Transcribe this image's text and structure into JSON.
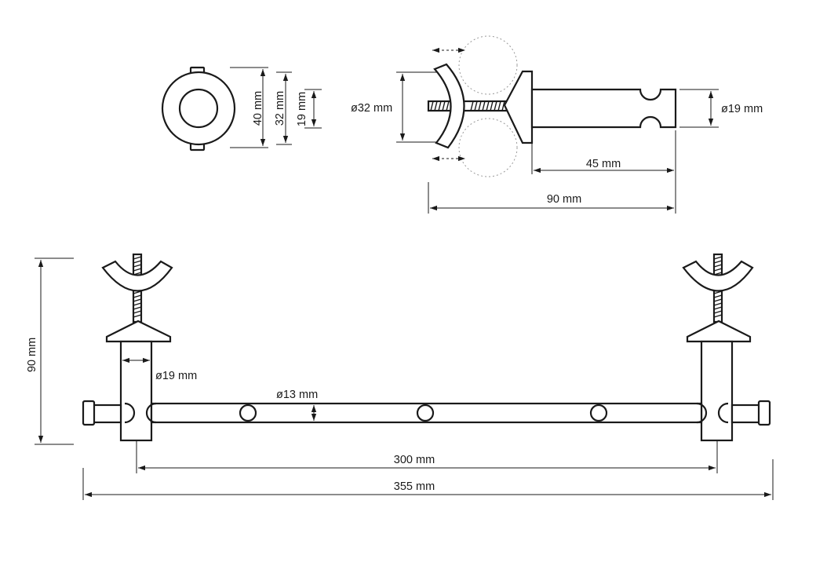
{
  "dimensions": {
    "end_view": {
      "outer": "40 mm",
      "rosette": "32 mm",
      "post": "19 mm"
    },
    "side_view": {
      "clamp_diameter": "ø32 mm",
      "post_diameter": "ø19 mm",
      "post_length": "45 mm",
      "overall_depth": "90 mm"
    },
    "front_view": {
      "height": "90 mm",
      "post_diameter": "ø19 mm",
      "rail_diameter": "ø13 mm",
      "center_distance": "300 mm",
      "overall_length": "355 mm"
    }
  }
}
